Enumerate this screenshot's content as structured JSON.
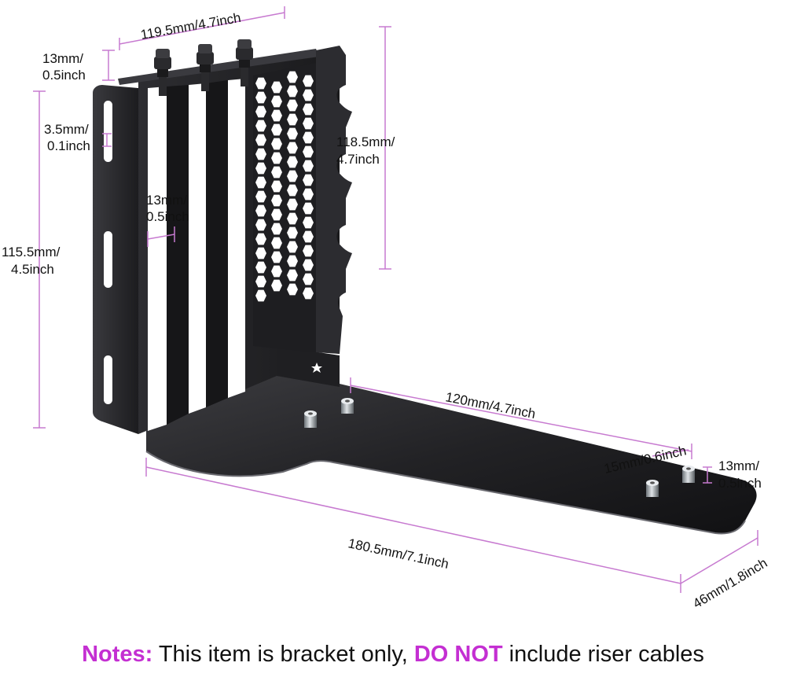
{
  "colors": {
    "accent": "#c42fd2",
    "dimension_line": "#c77ad0",
    "metal_dark": "#1b1b1d",
    "metal_mid": "#2a2a2d",
    "metal_light": "#4a4a4f",
    "text": "#111111"
  },
  "dimensions": {
    "top_width": {
      "line1": "119.5mm/4.7inch"
    },
    "top_tab": {
      "line1": "13mm/",
      "line2": "0.5inch"
    },
    "slot_gap": {
      "line1": "3.5mm/",
      "line2": "0.1inch"
    },
    "slot_width": {
      "line1": "13mm/",
      "line2": "0.5inch"
    },
    "left_height": {
      "line1": "115.5mm/",
      "line2": "4.5inch"
    },
    "right_height": {
      "line1": "118.5mm/",
      "line2": "4.7inch"
    },
    "base_length": {
      "line1": "120mm/4.7inch"
    },
    "standoff_spacing": {
      "line1": "15mm/0.6inch"
    },
    "standoff_height": {
      "line1": "13mm/",
      "line2": "0.5inch"
    },
    "total_length": {
      "line1": "180.5mm/7.1inch"
    },
    "depth": {
      "line1": "46mm/1.8inch"
    }
  },
  "notes": {
    "label": "Notes:",
    "text_before": " This item is bracket only, ",
    "emphasis": "DO NOT",
    "text_after": " include riser cables"
  }
}
